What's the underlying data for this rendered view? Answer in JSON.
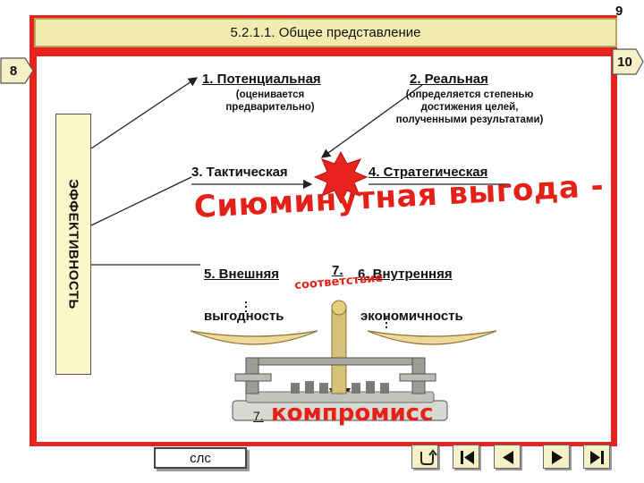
{
  "title": "5.2.1.1. Общее представление",
  "page_number": "9",
  "prev_slide": "8",
  "next_slide": "10",
  "vertical_label": "ЭФФЕКТИВНОСТЬ",
  "items": {
    "potential": {
      "label": "1. Потенциальная",
      "note_line1": "(оценивается",
      "note_line2": "предварительно)"
    },
    "real": {
      "label": "2. Реальная",
      "note_line1": "(определяется степенью",
      "note_line2": "достижения целей,",
      "note_line3": "полученными результатами)"
    },
    "tactical": {
      "label": "3. Тактическая"
    },
    "strategic": {
      "label": "4. Стратегическая"
    },
    "external": {
      "label": "5. Внешняя",
      "sublabel": "выгодность"
    },
    "internal": {
      "label": "6. Внутренняя",
      "sublabel": "экономичность"
    },
    "correspondence": {
      "number": "7.",
      "label": "соответствие"
    }
  },
  "headline": "Сиюминутная выгода -",
  "compromise": {
    "number": "7.",
    "label": "компромисс"
  },
  "slc_button": "слс",
  "colors": {
    "frame": "#e8231f",
    "title_bg": "#f3ecb0",
    "accent_red": "#e32118",
    "vertical_bg": "#fbf7c8"
  },
  "nav_icons": [
    "return-icon",
    "first-slide-icon",
    "previous-slide-icon",
    "next-slide-icon",
    "last-slide-icon"
  ]
}
